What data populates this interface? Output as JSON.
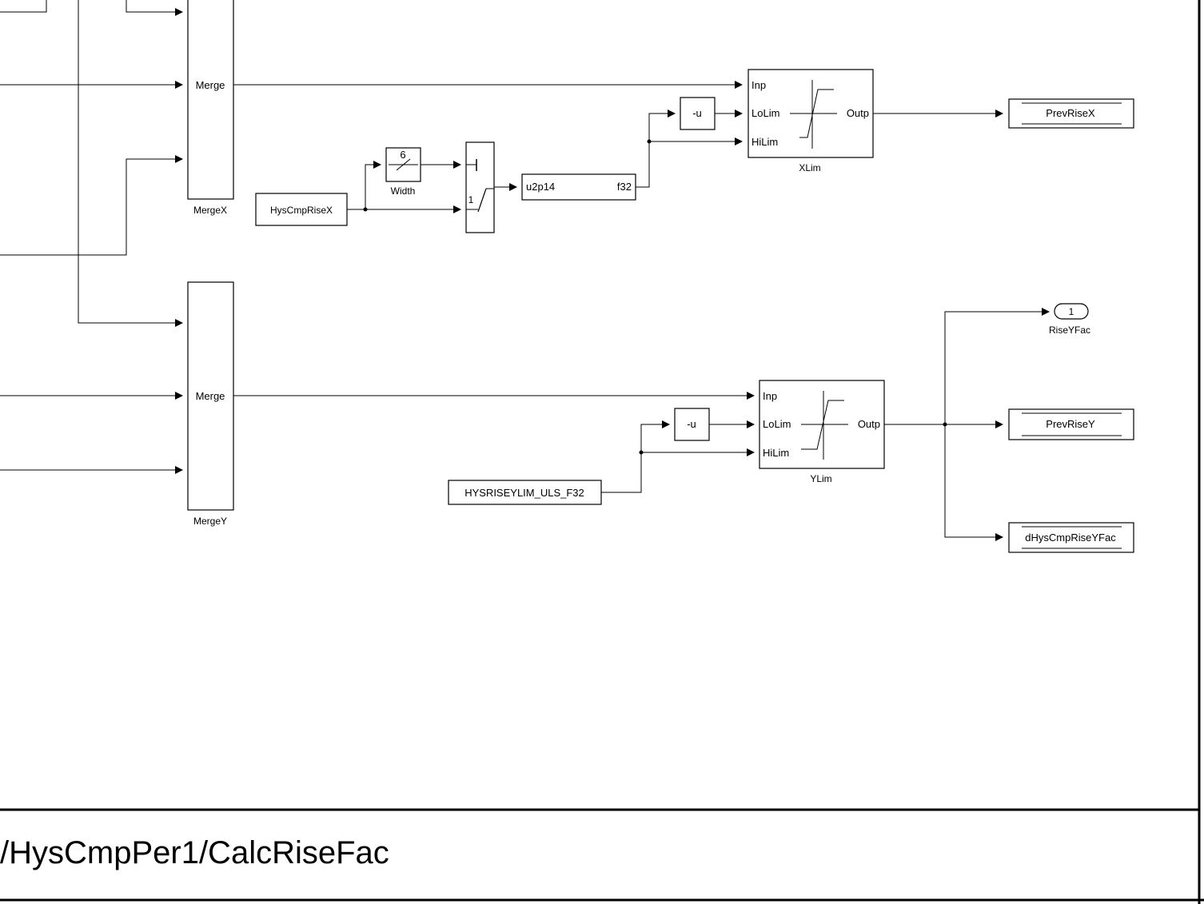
{
  "diagram": {
    "merge_x": {
      "label": "Merge",
      "name": "MergeX"
    },
    "merge_y": {
      "label": "Merge",
      "name": "MergeY"
    },
    "hyscmp_risex": {
      "label": "HysCmpRiseX"
    },
    "width": {
      "value": "6",
      "name": "Width"
    },
    "switch_label": "1",
    "convert": {
      "in": "u2p14",
      "out": "f32"
    },
    "neg_x": {
      "label": "-u"
    },
    "neg_y": {
      "label": "-u"
    },
    "xlim": {
      "inp": "Inp",
      "lolim": "LoLim",
      "hilim": "HiLim",
      "outp": "Outp",
      "name": "XLim"
    },
    "ylim": {
      "inp": "Inp",
      "lolim": "LoLim",
      "hilim": "HiLim",
      "outp": "Outp",
      "name": "YLim"
    },
    "prev_rise_x": {
      "label": "PrevRiseX"
    },
    "prev_rise_y": {
      "label": "PrevRiseY"
    },
    "d_hyscmp": {
      "label": "dHysCmpRiseYFac"
    },
    "outport": {
      "number": "1",
      "name": "RiseYFac"
    },
    "hys_const": {
      "label": "HYSRISEYLIM_ULS_F32"
    }
  },
  "footer": {
    "path": "/HysCmpPer1/CalcRiseFac"
  }
}
